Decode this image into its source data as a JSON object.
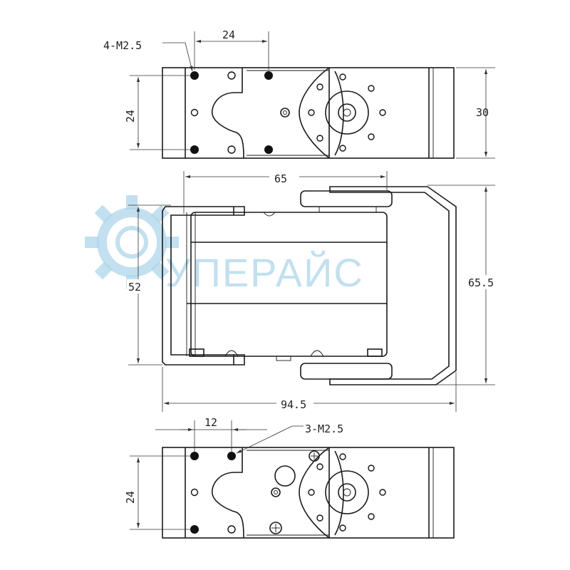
{
  "dimensions": {
    "top_holes_label": "4-M2.5",
    "top_hole_spacing": "24",
    "top_height_left": "24",
    "top_height_right": "30",
    "side_width": "65",
    "side_height_left": "52",
    "side_height_right": "65.5",
    "side_total_width": "94.5",
    "bottom_hole_spacing": "12",
    "bottom_holes_label": "3-M2.5",
    "bottom_height_left": "24"
  },
  "watermark": {
    "text": "УПЕРАЙС",
    "color": "#aed6ea"
  }
}
